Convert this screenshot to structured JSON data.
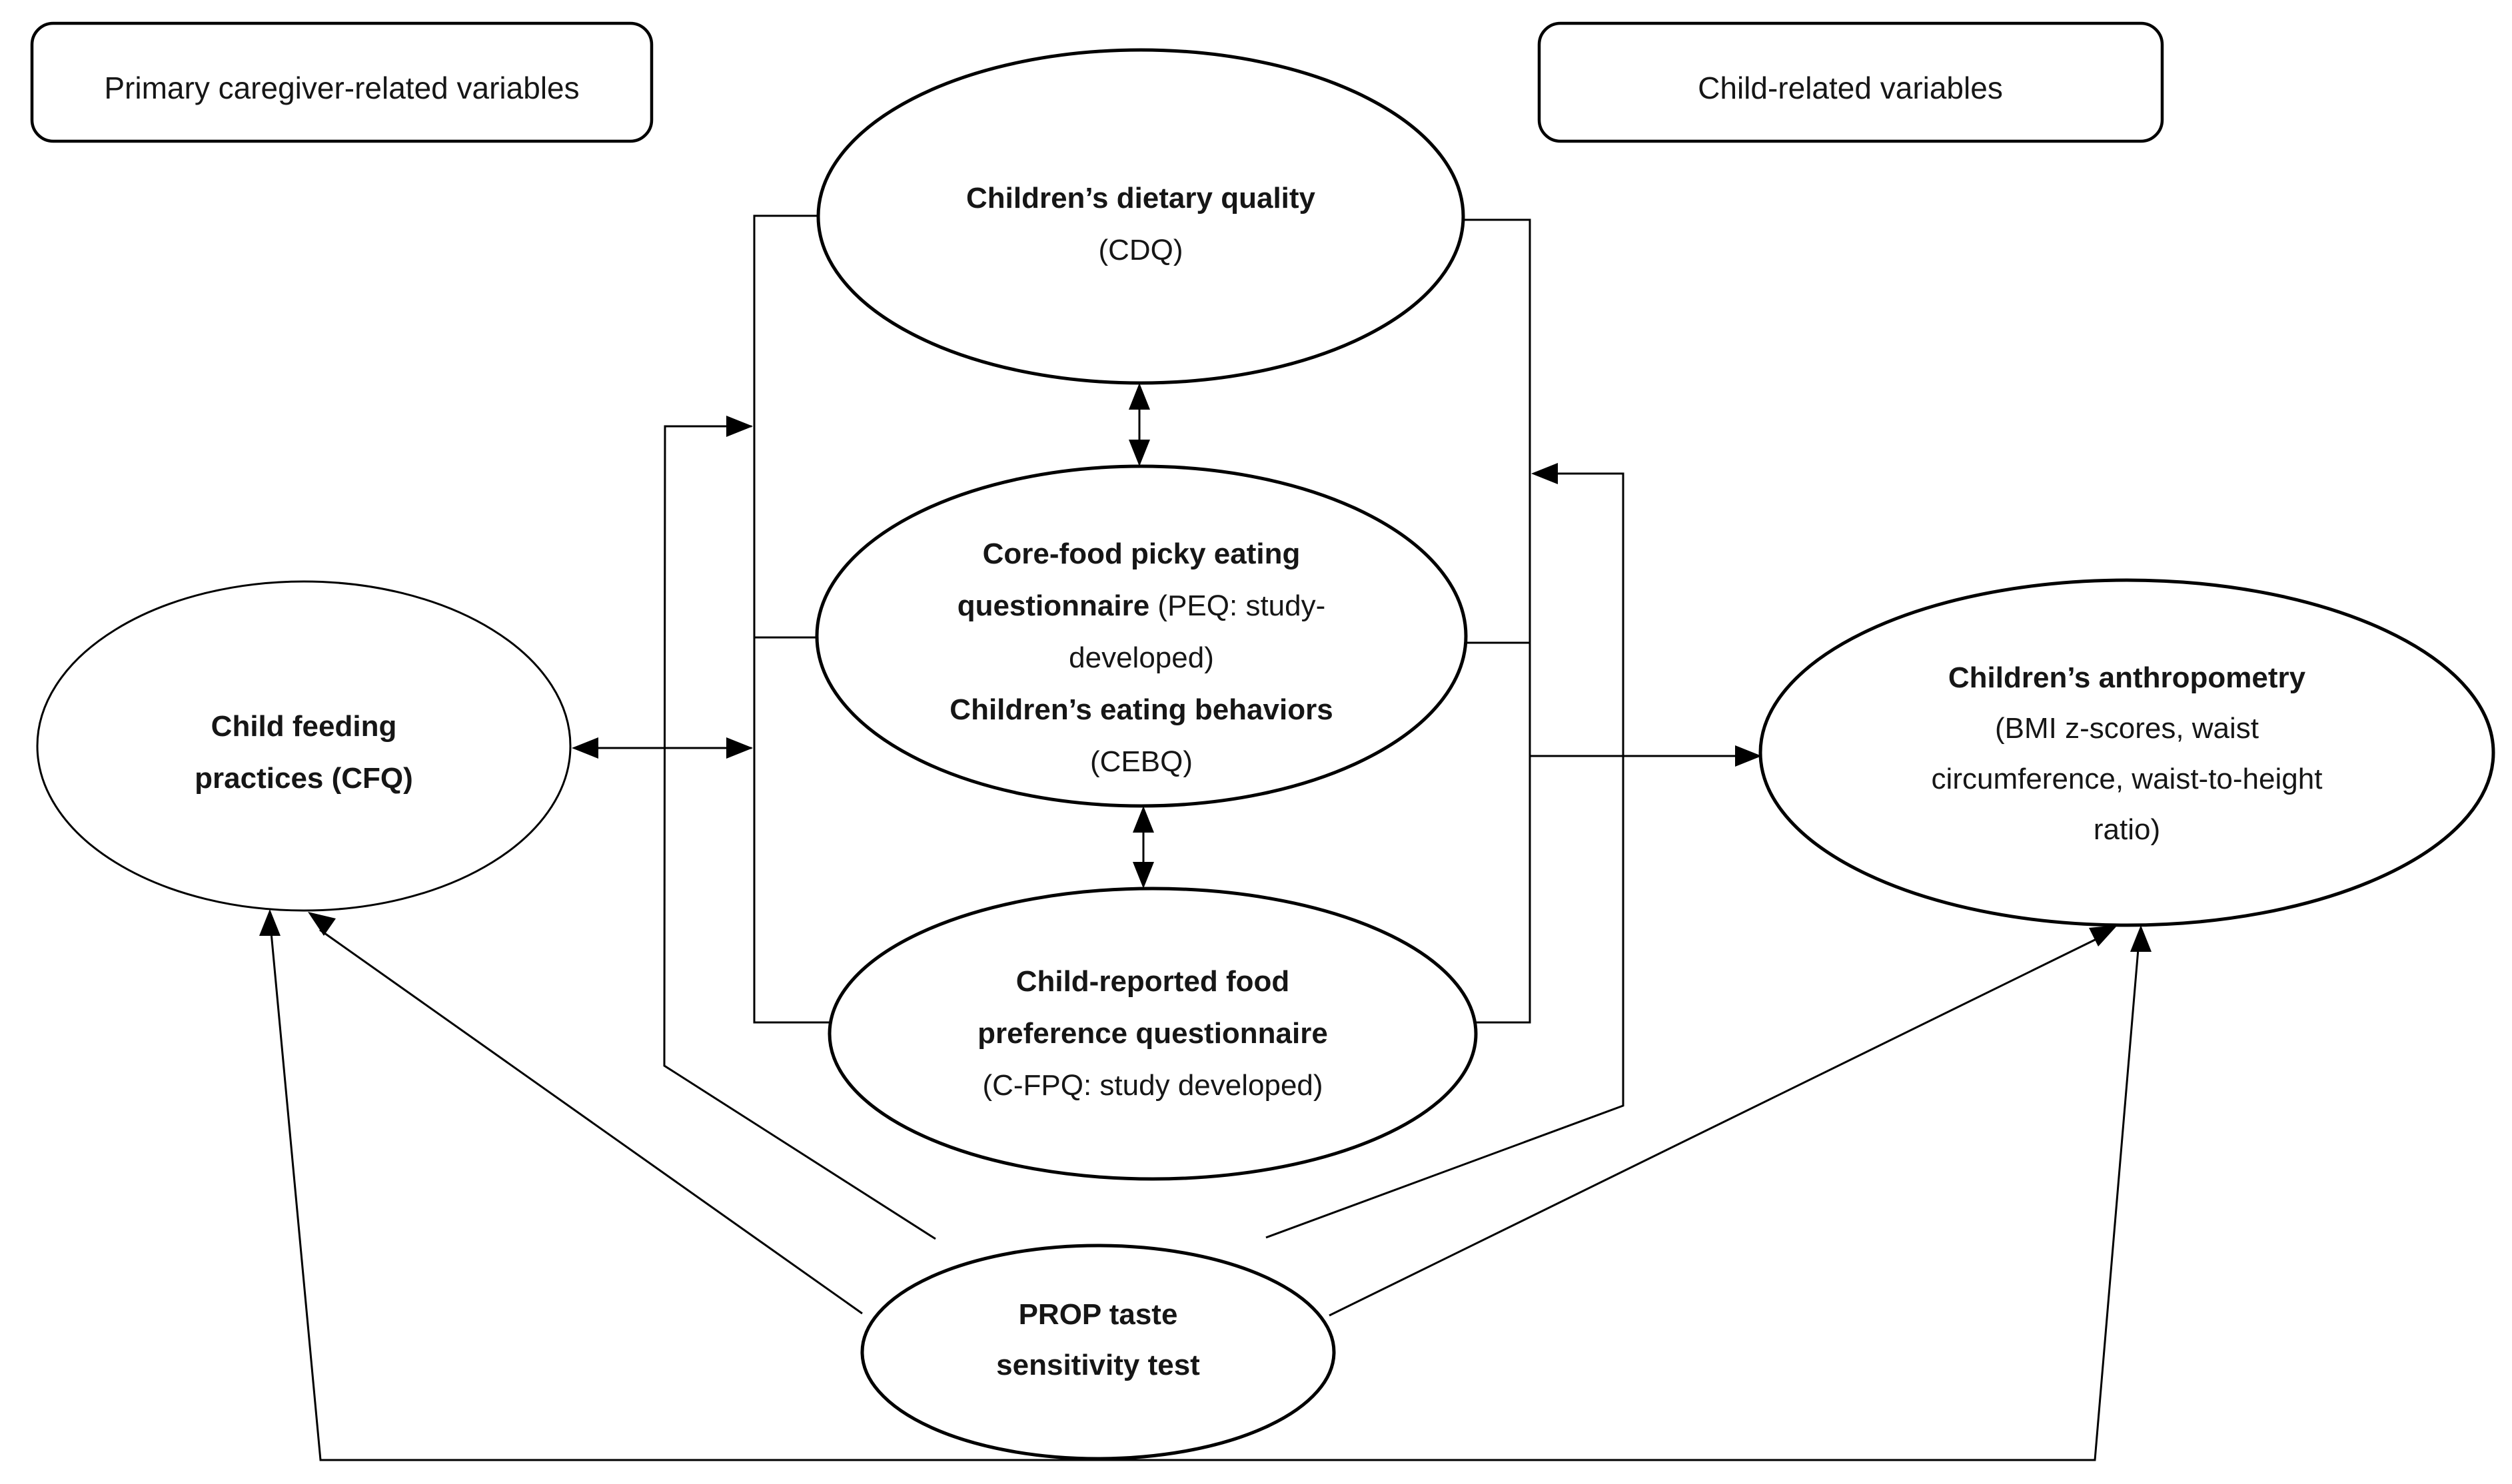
{
  "legend": {
    "caregiver_box": "Primary caregiver-related variables",
    "child_box": "Child-related variables"
  },
  "nodes": {
    "cdq": {
      "title": "Children’s dietary quality",
      "subtitle": "(CDQ)"
    },
    "peq_cebq": {
      "line1": "Core-food picky eating",
      "line2_bold": "questionnaire",
      "line2_rest": " (PEQ: study-",
      "line3": "developed)",
      "line4": "Children’s eating behaviors",
      "line5": "(CEBQ)"
    },
    "cfpq": {
      "line1": "Child-reported food",
      "line2": "preference questionnaire",
      "line3": "(C-FPQ: study developed)"
    },
    "cfq": {
      "line1": "Child feeding",
      "line2": "practices (CFQ)"
    },
    "anthropometry": {
      "line1": "Children’s anthropometry",
      "line2": "(BMI z-scores, waist",
      "line3": "circumference, waist-to-height",
      "line4": "ratio)"
    },
    "prop": {
      "line1": "PROP taste",
      "line2": "sensitivity test"
    }
  },
  "colors": {
    "stroke": "#000000",
    "text": "#161616",
    "background": "#ffffff"
  }
}
